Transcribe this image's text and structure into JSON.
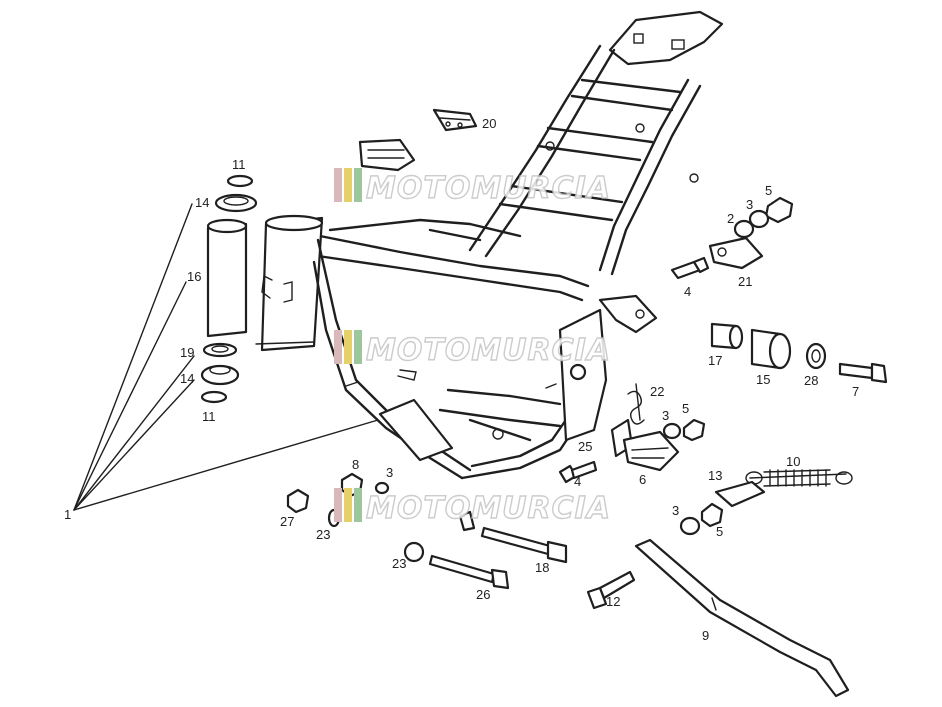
{
  "watermark": {
    "brand": "MOTOMURCIA",
    "stripe_colors": [
      "#d8b8b8",
      "#e6d06a",
      "#9cc69c"
    ]
  },
  "callouts": [
    {
      "id": "c1",
      "text": "1"
    },
    {
      "id": "c2",
      "text": "2"
    },
    {
      "id": "c3a",
      "text": "3"
    },
    {
      "id": "c3b",
      "text": "3"
    },
    {
      "id": "c3c",
      "text": "3"
    },
    {
      "id": "c3d",
      "text": "3"
    },
    {
      "id": "c4a",
      "text": "4"
    },
    {
      "id": "c4b",
      "text": "4"
    },
    {
      "id": "c5a",
      "text": "5"
    },
    {
      "id": "c5b",
      "text": "5"
    },
    {
      "id": "c5c",
      "text": "5"
    },
    {
      "id": "c6",
      "text": "6"
    },
    {
      "id": "c7",
      "text": "7"
    },
    {
      "id": "c8",
      "text": "8"
    },
    {
      "id": "c9",
      "text": "9"
    },
    {
      "id": "c10",
      "text": "10"
    },
    {
      "id": "c11a",
      "text": "11"
    },
    {
      "id": "c11b",
      "text": "11"
    },
    {
      "id": "c12",
      "text": "12"
    },
    {
      "id": "c13",
      "text": "13"
    },
    {
      "id": "c14a",
      "text": "14"
    },
    {
      "id": "c14b",
      "text": "14"
    },
    {
      "id": "c15",
      "text": "15"
    },
    {
      "id": "c16",
      "text": "16"
    },
    {
      "id": "c17",
      "text": "17"
    },
    {
      "id": "c18",
      "text": "18"
    },
    {
      "id": "c19",
      "text": "19"
    },
    {
      "id": "c20",
      "text": "20"
    },
    {
      "id": "c21",
      "text": "21"
    },
    {
      "id": "c22",
      "text": "22"
    },
    {
      "id": "c23a",
      "text": "23"
    },
    {
      "id": "c23b",
      "text": "23"
    },
    {
      "id": "c25",
      "text": "25"
    },
    {
      "id": "c26",
      "text": "26"
    },
    {
      "id": "c27",
      "text": "27"
    },
    {
      "id": "c28",
      "text": "28"
    }
  ]
}
